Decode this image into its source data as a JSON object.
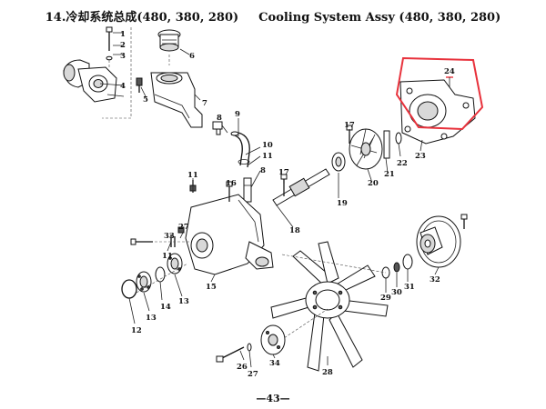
{
  "header": {
    "title_cn": "14.冷却系统总成(480, 380, 280)",
    "title_en": "Cooling System Assy (480, 380,  280)"
  },
  "footer": {
    "page": "—43—"
  },
  "highlight_color": "#e8323c",
  "callouts": [
    "1",
    "2",
    "3",
    "4",
    "5",
    "6",
    "7",
    "8",
    "9",
    "10",
    "11",
    "8",
    "11",
    "16",
    "17",
    "18",
    "19",
    "17",
    "20",
    "21",
    "22",
    "23",
    "24",
    "27",
    "33",
    "11",
    "14",
    "13",
    "13",
    "12",
    "15",
    "29",
    "30",
    "31",
    "32",
    "28",
    "34",
    "26",
    "27"
  ]
}
